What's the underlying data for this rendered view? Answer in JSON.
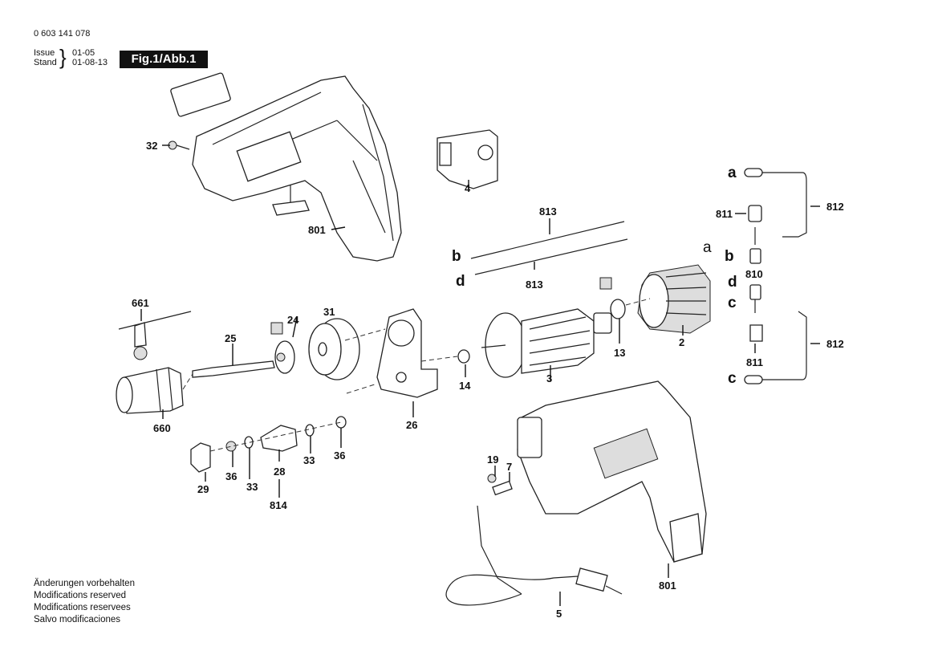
{
  "header": {
    "part_number": "0 603 141 078",
    "issue_label": "Issue",
    "stand_label": "Stand",
    "issue_value": "01-05",
    "stand_value": "01-08-13",
    "figure_label": "Fig.1/Abb.1"
  },
  "footer_notes": [
    "Änderungen vorbehalten",
    "Modifications reserved",
    "Modifications reservees",
    "Salvo modificaciones"
  ],
  "callouts": {
    "housing_top": "801",
    "screw": "32",
    "switch": "4",
    "wire_a_letter": "a",
    "wire_c_letter": "c",
    "wire_812_top": "812",
    "wire_812_bottom": "812",
    "brush_holder_top": "811",
    "brush": "810",
    "brush_holder_bottom": "811",
    "lead_813_top": "813",
    "lead_813_bottom": "813",
    "lead_b_letter": "b",
    "lead_d_letter": "d",
    "field_a": "a",
    "field_b": "b",
    "field_d": "d",
    "field_c": "c",
    "field": "2",
    "bearing_13": "13",
    "armature": "3",
    "bearing_14": "14",
    "gear_housing": "26",
    "gear_31": "31",
    "bearing_24": "24",
    "spindle": "25",
    "chuck_key": "661",
    "chuck": "660",
    "knob": "29",
    "sleeve_36a": "36",
    "washer_33a": "33",
    "pinion": "28",
    "pinion_set": "814",
    "washer_33b": "33",
    "sleeve_36b": "36",
    "screw_19": "19",
    "clamp_7": "7",
    "cord": "5",
    "housing_bottom": "801"
  }
}
